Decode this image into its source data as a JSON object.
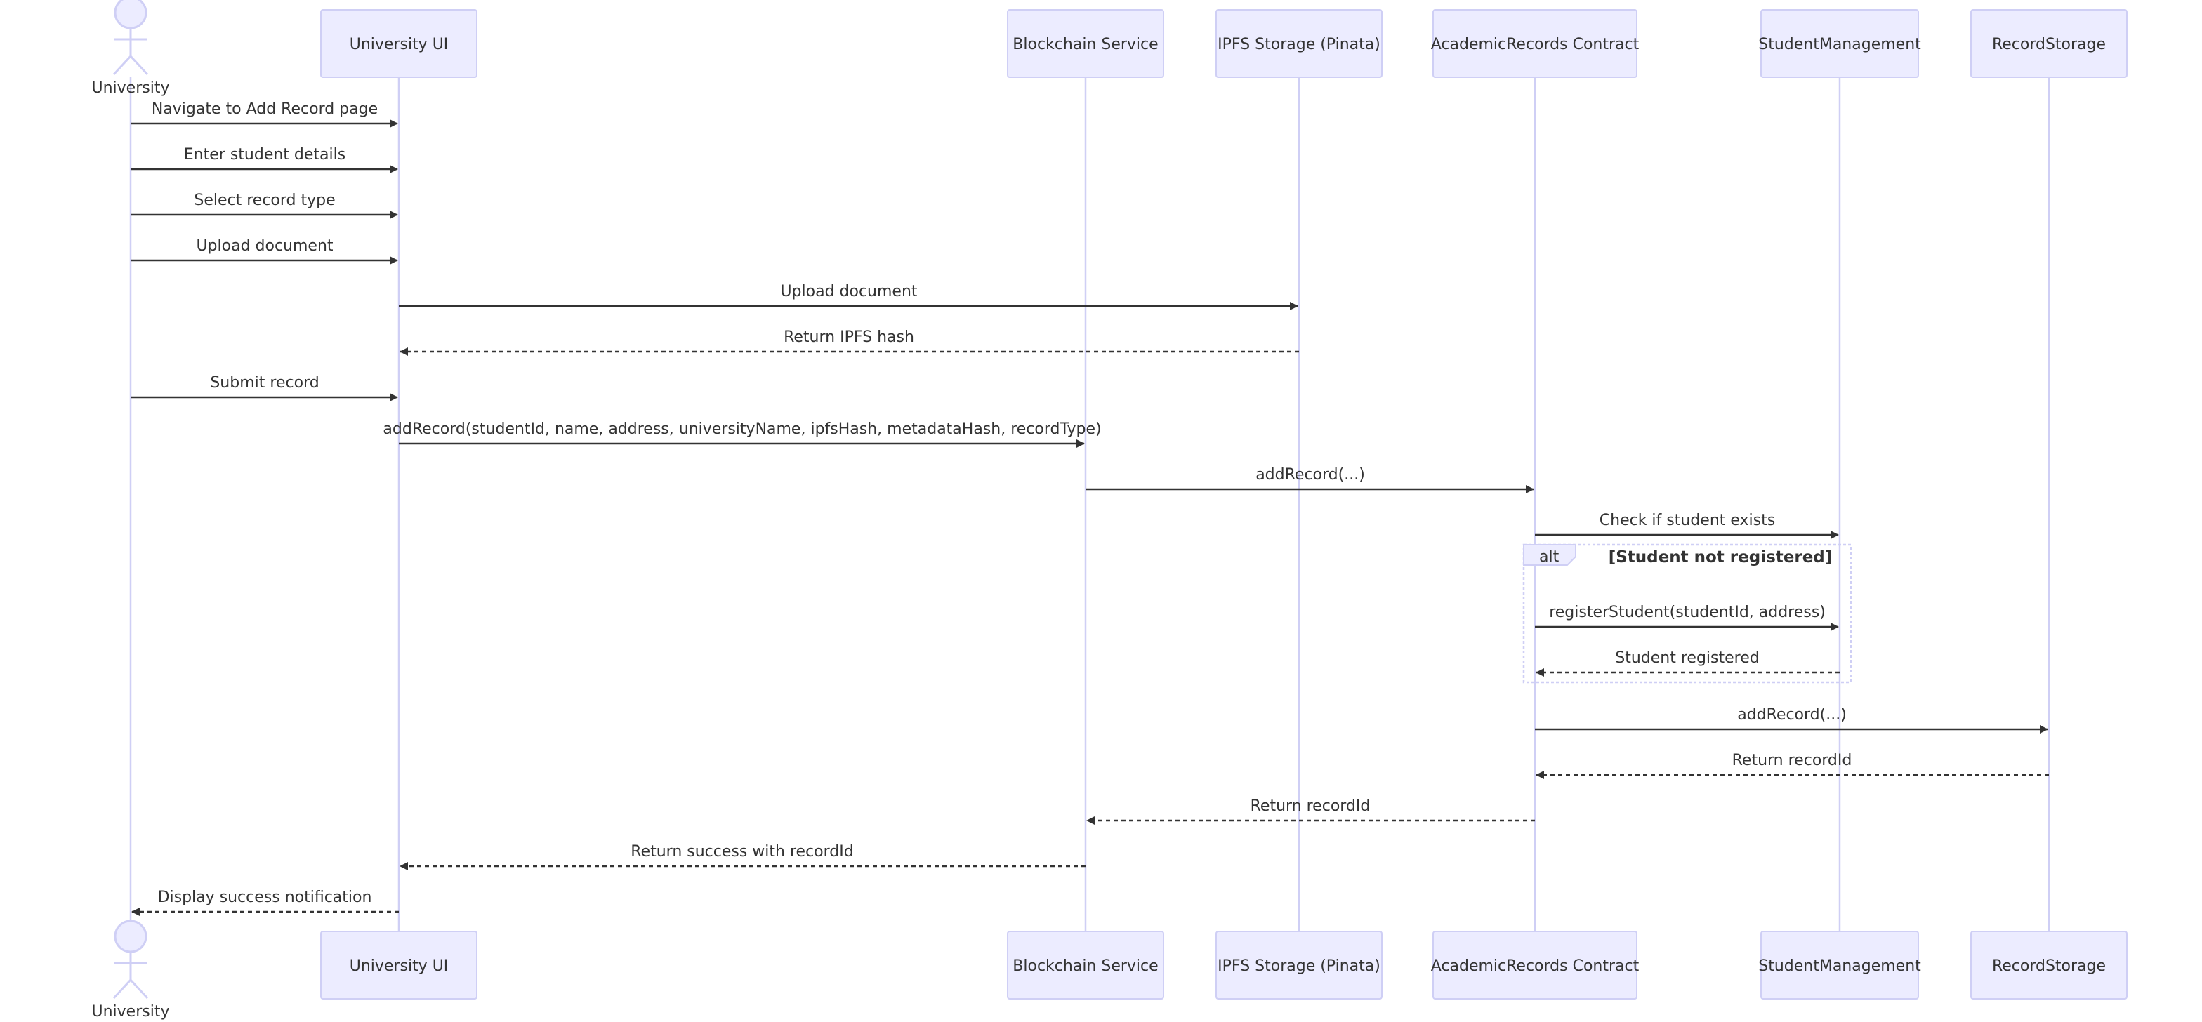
{
  "participants": [
    {
      "id": "univ",
      "label": "University",
      "kind": "actor"
    },
    {
      "id": "ui",
      "label": "University UI",
      "kind": "box"
    },
    {
      "id": "bc",
      "label": "Blockchain Service",
      "kind": "box"
    },
    {
      "id": "ipfs",
      "label": "IPFS Storage (Pinata)",
      "kind": "box"
    },
    {
      "id": "arc",
      "label": "AcademicRecords Contract",
      "kind": "box"
    },
    {
      "id": "sm",
      "label": "StudentManagement",
      "kind": "box"
    },
    {
      "id": "rs",
      "label": "RecordStorage",
      "kind": "box"
    }
  ],
  "messages": [
    {
      "from": "univ",
      "to": "ui",
      "text": "Navigate to Add Record page",
      "style": "solid"
    },
    {
      "from": "univ",
      "to": "ui",
      "text": "Enter student details",
      "style": "solid"
    },
    {
      "from": "univ",
      "to": "ui",
      "text": "Select record type",
      "style": "solid"
    },
    {
      "from": "univ",
      "to": "ui",
      "text": "Upload document",
      "style": "solid"
    },
    {
      "from": "ui",
      "to": "ipfs",
      "text": "Upload document",
      "style": "solid"
    },
    {
      "from": "ipfs",
      "to": "ui",
      "text": "Return IPFS hash",
      "style": "dashed"
    },
    {
      "from": "univ",
      "to": "ui",
      "text": "Submit record",
      "style": "solid"
    },
    {
      "from": "ui",
      "to": "bc",
      "text": "addRecord(studentId, name, address, universityName, ipfsHash, metadataHash, recordType)",
      "style": "solid"
    },
    {
      "from": "bc",
      "to": "arc",
      "text": "addRecord(...)",
      "style": "solid"
    },
    {
      "from": "arc",
      "to": "sm",
      "text": "Check if student exists",
      "style": "solid"
    },
    {
      "from": "arc",
      "to": "sm",
      "text": "registerStudent(studentId, address)",
      "style": "solid"
    },
    {
      "from": "sm",
      "to": "arc",
      "text": "Student registered",
      "style": "dashed"
    },
    {
      "from": "arc",
      "to": "rs",
      "text": "addRecord(...)",
      "style": "solid"
    },
    {
      "from": "rs",
      "to": "arc",
      "text": "Return recordId",
      "style": "dashed"
    },
    {
      "from": "arc",
      "to": "bc",
      "text": "Return recordId",
      "style": "dashed"
    },
    {
      "from": "bc",
      "to": "ui",
      "text": "Return success with recordId",
      "style": "dashed"
    },
    {
      "from": "ui",
      "to": "univ",
      "text": "Display success notification",
      "style": "dashed"
    }
  ],
  "alt_block": {
    "keyword": "alt",
    "condition": "[Student not registered]",
    "from_message": 10,
    "to_message": 11,
    "participants": [
      "arc",
      "sm"
    ]
  },
  "colors": {
    "actor_fill": "#ECECFF",
    "actor_stroke": "#CFCFF5",
    "line": "#333333",
    "text": "#333333"
  }
}
